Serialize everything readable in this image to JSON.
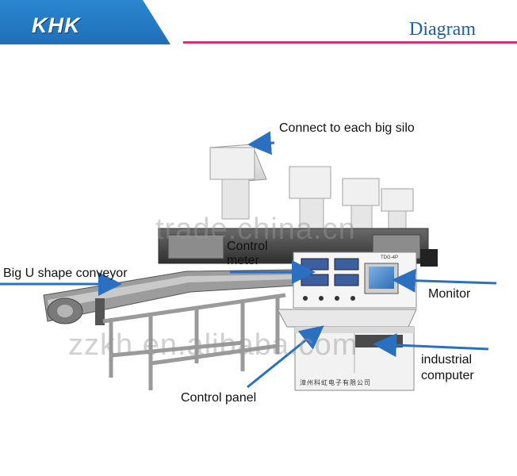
{
  "header": {
    "logo": "KHK",
    "page_title": "Diagram"
  },
  "labels": {
    "silo": "Connect to each big silo",
    "control_meter_line1": "Control",
    "control_meter_line2": "meter",
    "conveyor": "Big U shape conveyor",
    "monitor": "Monitor",
    "industrial_line1": "industrial",
    "industrial_line2": "computer",
    "control_panel": "Control panel"
  },
  "machine": {
    "model": "TDG-4P",
    "caption": "漳州科虹电子有限公司"
  },
  "watermarks": {
    "top": "trade.china.cn",
    "bottom": "zzkh.en.alibaba.com"
  },
  "colors": {
    "brand_blue": "#1f6fb8",
    "accent_pink": "#d7307a",
    "arrow_blue": "#2a6fc0",
    "title_blue": "#1a5fa7"
  }
}
